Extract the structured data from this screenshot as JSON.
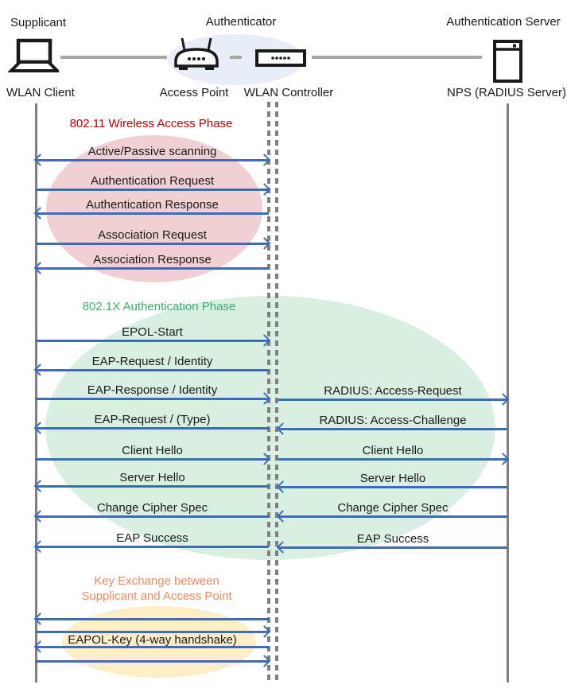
{
  "actors": {
    "supplicant": {
      "role": "Supplicant",
      "device": "WLAN Client"
    },
    "authenticator": {
      "role": "Authenticator",
      "access_point": "Access Point",
      "controller": "WLAN Controller"
    },
    "server": {
      "role": "Authentication Server",
      "device": "NPS (RADIUS Server)"
    }
  },
  "phases": {
    "wireless": {
      "title": "802.11 Wireless Access Phase",
      "color": "#c00000"
    },
    "dot1x": {
      "title": "802.1X Authentication Phase",
      "color": "#3bae6e"
    },
    "key_exchange": {
      "title_line1": "Key Exchange between",
      "title_line2": "Supplicant and Access Point",
      "color": "#ed8b5c"
    }
  },
  "messages": {
    "scanning": "Active/Passive scanning",
    "auth_request": "Authentication Request",
    "auth_response": "Authentication Response",
    "assoc_request": "Association Request",
    "assoc_response": "Association Response",
    "epol_start": "EPOL-Start",
    "eap_request_identity": "EAP-Request / Identity",
    "eap_response_identity": "EAP-Response / Identity",
    "radius_access_request": "RADIUS: Access-Request",
    "eap_request_type": "EAP-Request / (Type)",
    "radius_access_challenge": "RADIUS: Access-Challenge",
    "client_hello_left": "Client Hello",
    "client_hello_right": "Client Hello",
    "server_hello_left": "Server Hello",
    "server_hello_right": "Server Hello",
    "change_cipher_left": "Change Cipher Spec",
    "change_cipher_right": "Change Cipher Spec",
    "eap_success_left": "EAP Success",
    "eap_success_right": "EAP Success",
    "eapol_key": "EAPOL-Key (4-way handshake)"
  },
  "icons": {
    "supplicant": "laptop-icon",
    "access_point": "wireless-router-icon",
    "controller": "switch-icon",
    "server": "server-icon"
  },
  "colors": {
    "arrow": "#3e6db5",
    "lifeline": "#7f7f7f",
    "connector": "#a6a6a6",
    "phase1_fill": "#f1d0d3",
    "phase2_fill": "#d8efe2",
    "phase3_fill": "#fdeec6",
    "authenticator_fill": "#e9edf8"
  }
}
